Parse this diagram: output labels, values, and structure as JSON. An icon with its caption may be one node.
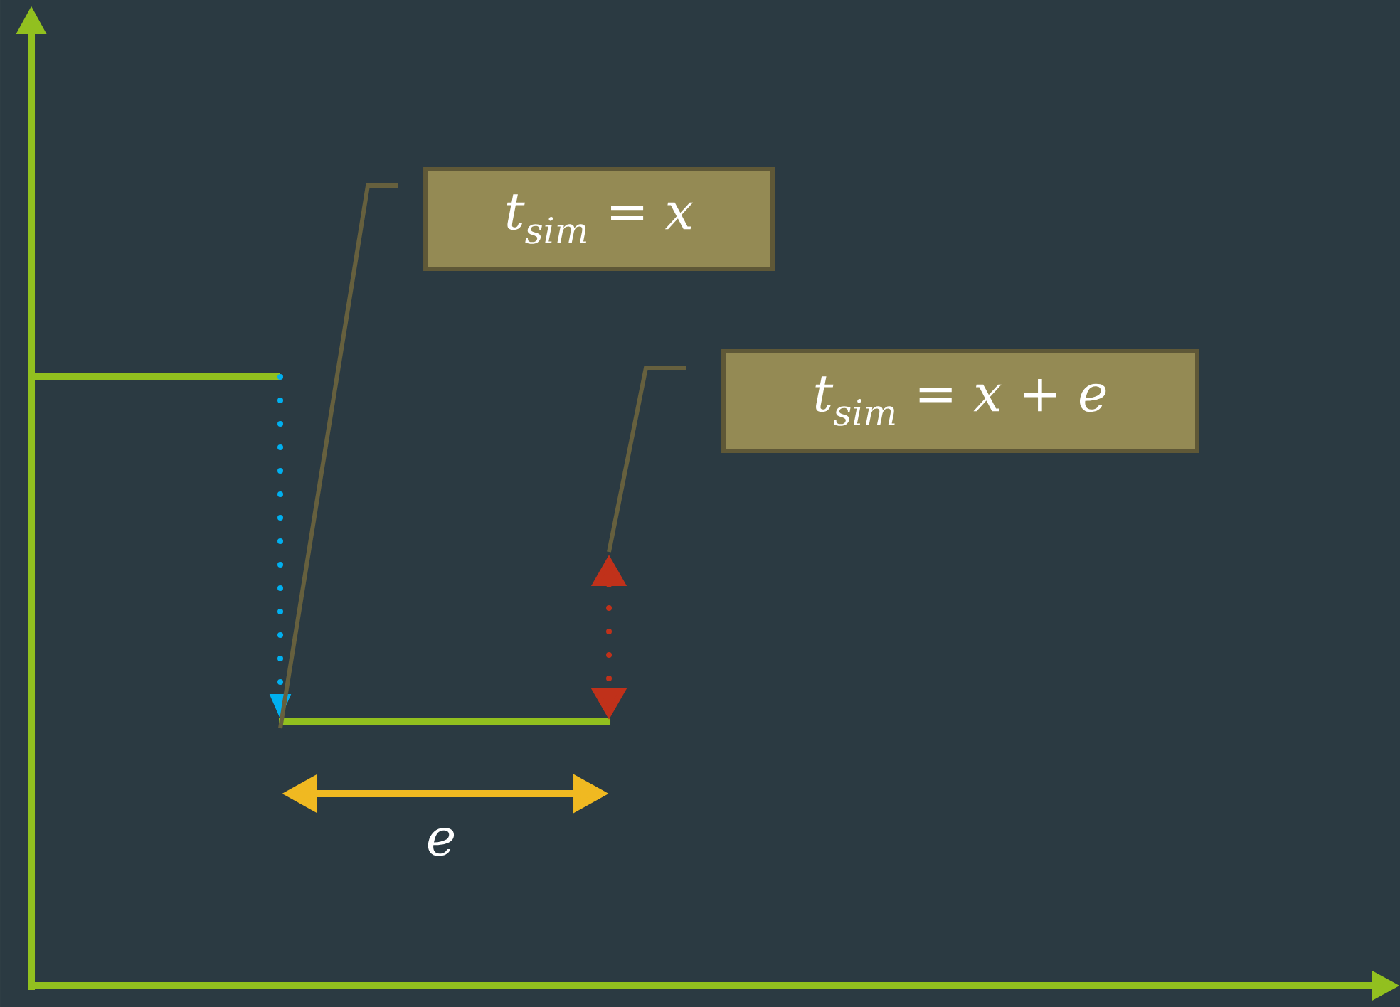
{
  "diagram": {
    "nodes": [
      {
        "text": [
          "t$_{sim}$ = x"
        ]
      },
      {
        "text": [
          "t$_{sim}$ = x + e"
        ]
      }
    ],
    "edges": [
      {
        "from": 0,
        "to": null,
        "arrow": "none"
      },
      {
        "from": 1,
        "to": null,
        "arrow": "none"
      }
    ],
    "labels": [
      "e"
    ]
  }
}
